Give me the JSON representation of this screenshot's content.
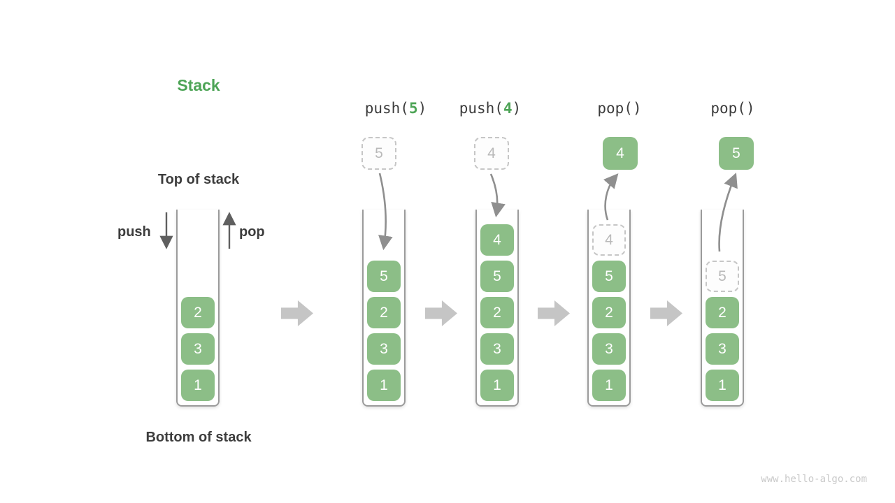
{
  "title": "Stack",
  "labels": {
    "top_of_stack": "Top of stack",
    "bottom_of_stack": "Bottom of stack",
    "push": "push",
    "pop": "pop"
  },
  "colors": {
    "box_green": "#8CBE87",
    "title_green": "#4DA456",
    "curve_arrow_gray": "#8f8f8f",
    "straight_arrow_gray": "#5f5f5f",
    "block_arrow_gray": "#c5c5c5",
    "dashed_border_gray": "#c6c6c6"
  },
  "operations": [
    {
      "pre": "push(",
      "arg": "5",
      "post": ")"
    },
    {
      "pre": "push(",
      "arg": "4",
      "post": ")"
    },
    {
      "pre": "pop(",
      "arg": "",
      "post": ")"
    },
    {
      "pre": "pop(",
      "arg": "",
      "post": ")"
    }
  ],
  "floating_boxes": [
    {
      "value": "5",
      "variant": "dashed"
    },
    {
      "value": "4",
      "variant": "dashed"
    },
    {
      "value": "4",
      "variant": "solid"
    },
    {
      "value": "5",
      "variant": "solid"
    }
  ],
  "stacks": [
    {
      "name": "initial",
      "items": [
        {
          "value": "2"
        },
        {
          "value": "3"
        },
        {
          "value": "1"
        }
      ]
    },
    {
      "name": "after-push-5",
      "items": [
        {
          "value": "5"
        },
        {
          "value": "2"
        },
        {
          "value": "3"
        },
        {
          "value": "1"
        }
      ]
    },
    {
      "name": "after-push-4",
      "items": [
        {
          "value": "4"
        },
        {
          "value": "5"
        },
        {
          "value": "2"
        },
        {
          "value": "3"
        },
        {
          "value": "1"
        }
      ]
    },
    {
      "name": "after-pop-4",
      "items": [
        {
          "value": "4",
          "variant": "dashed"
        },
        {
          "value": "5"
        },
        {
          "value": "2"
        },
        {
          "value": "3"
        },
        {
          "value": "1"
        }
      ]
    },
    {
      "name": "after-pop-5",
      "items": [
        {
          "value": "5",
          "variant": "dashed"
        },
        {
          "value": "2"
        },
        {
          "value": "3"
        },
        {
          "value": "1"
        }
      ]
    }
  ],
  "watermark": "www.hello-algo.com"
}
